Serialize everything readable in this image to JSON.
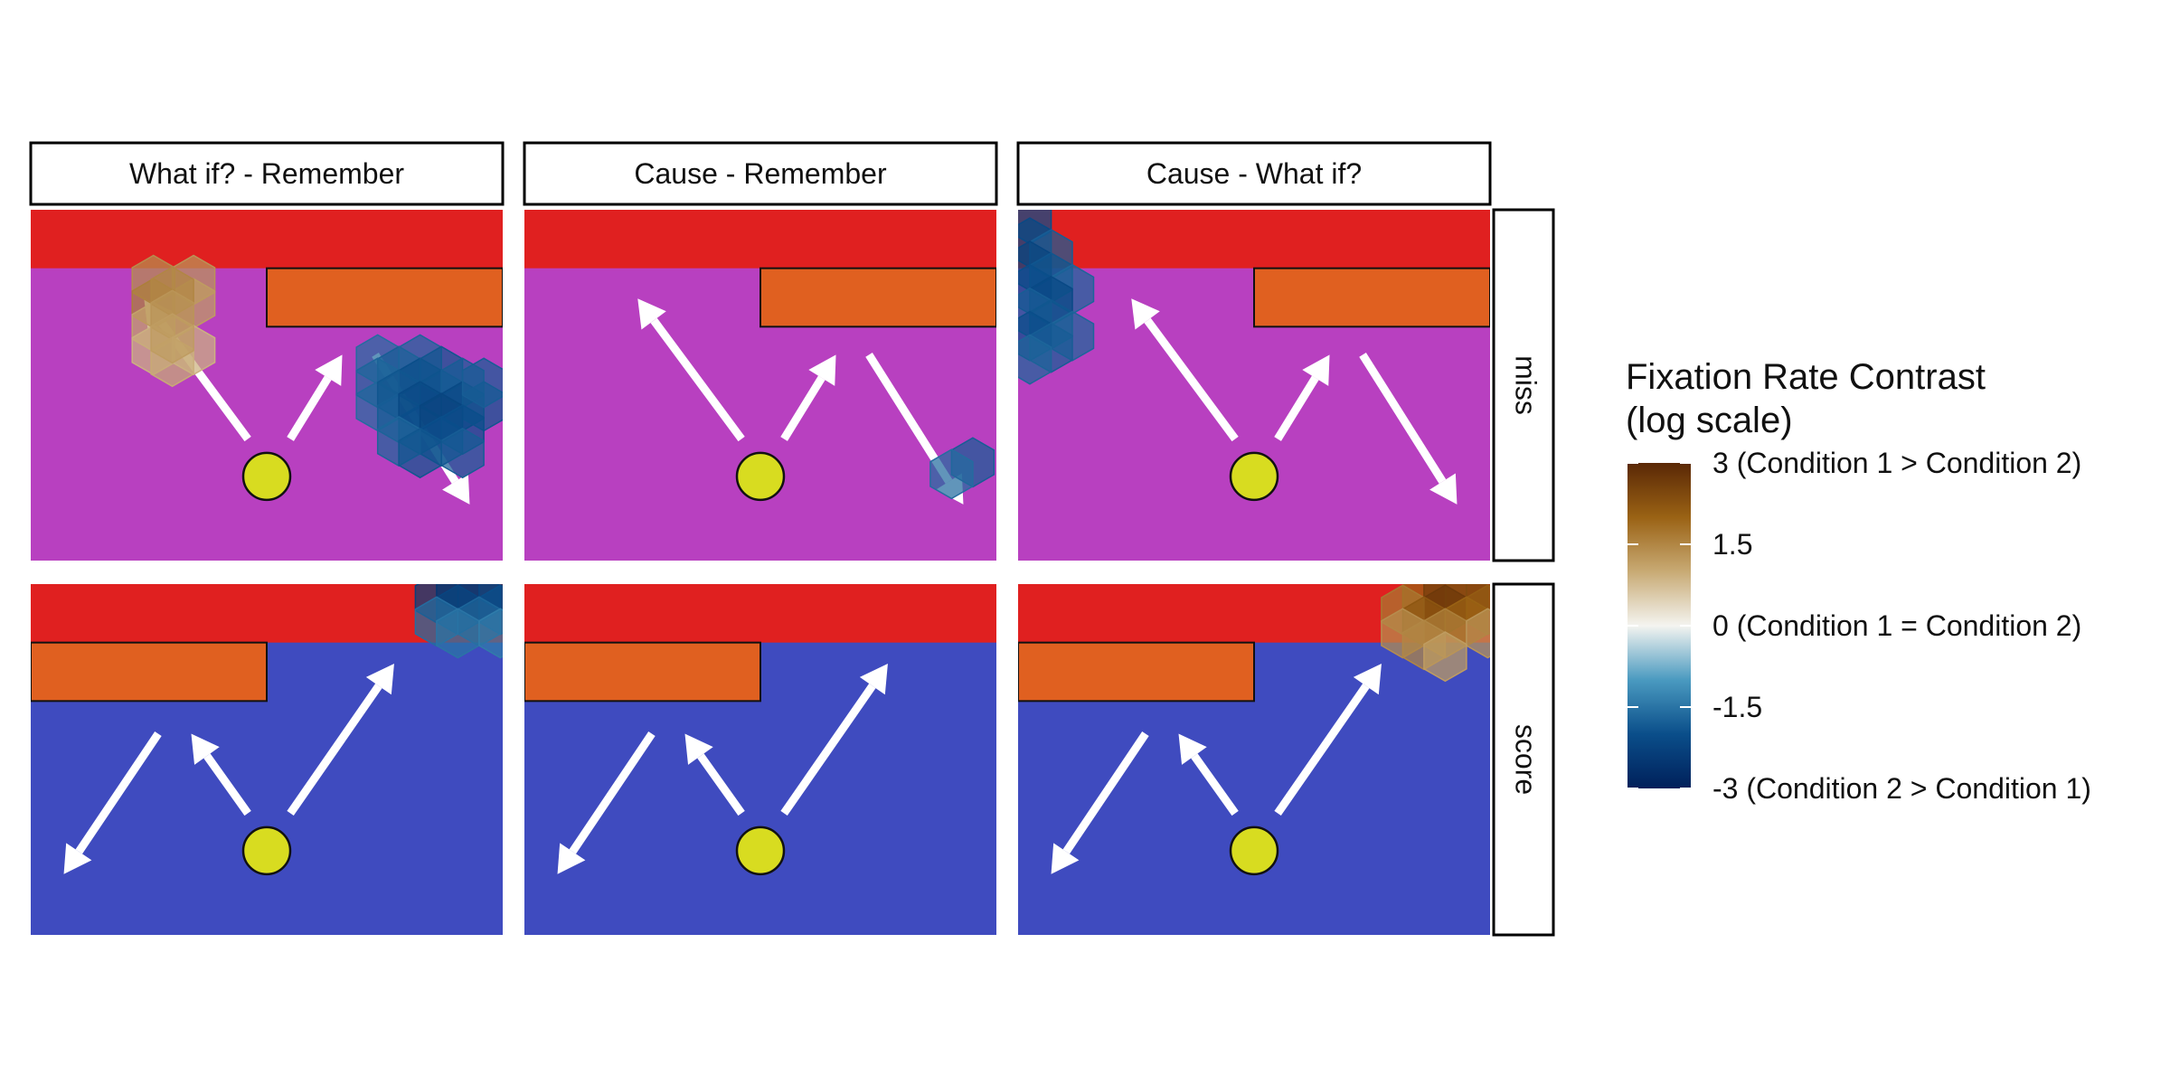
{
  "chart_data": {
    "type": "heatmap",
    "subtype": "faceted hexbin fixation contrast over scene diagram",
    "columns": [
      "What if? - Remember",
      "Cause - Remember",
      "Cause - What if?"
    ],
    "rows": [
      "miss",
      "score"
    ],
    "colors": {
      "top_bar": "#e02020",
      "miss_background": "#b840c0",
      "score_background": "#3f4bbf",
      "block": "#e06020",
      "ball": "#d8dc20",
      "arrow": "#ffffff",
      "strip_fill": "#ffffff",
      "strip_border": "#000000"
    },
    "colorscale": {
      "stops": [
        "#00205a",
        "#0a4e8a",
        "#4a9ac0",
        "#f4f4f0",
        "#c8aa74",
        "#9a6214",
        "#5a2806"
      ],
      "domain": [
        -3,
        3
      ]
    },
    "legend": {
      "title": "Fixation Rate Contrast\n(log scale)",
      "placement": "right",
      "ticks": [
        {
          "value": 3,
          "label": "3 (Condition 1 > Condition 2)"
        },
        {
          "value": 1.5,
          "label": "1.5"
        },
        {
          "value": 0,
          "label": "0 (Condition 1 = Condition 2)"
        },
        {
          "value": -1.5,
          "label": "-1.5"
        },
        {
          "value": -3,
          "label": "-3 (Condition 2 > Condition 1)"
        }
      ]
    },
    "x_range": [
      0,
      10
    ],
    "y_range": [
      0,
      7.5
    ],
    "scenes": {
      "miss": {
        "block": [
          5,
          6.25,
          10,
          5
        ],
        "ball": [
          5,
          1.8
        ],
        "arrows": [
          [
            4.6,
            2.6,
            2.4,
            5.6
          ],
          [
            5.5,
            2.6,
            6.6,
            4.4
          ],
          [
            7.3,
            4.4,
            9.3,
            1.2
          ]
        ]
      },
      "score": {
        "block": [
          0,
          6.25,
          5,
          5
        ],
        "ball": [
          5,
          1.8
        ],
        "arrows": [
          [
            4.6,
            2.6,
            3.4,
            4.3
          ],
          [
            2.7,
            4.3,
            0.7,
            1.3
          ],
          [
            5.5,
            2.6,
            7.7,
            5.8
          ]
        ]
      }
    },
    "panels": [
      {
        "column": "What if? - Remember",
        "row": "miss",
        "bins": [
          {
            "x": 3.45,
            "y": 6.0,
            "value": 1.3
          },
          {
            "x": 3.45,
            "y": 5.5,
            "value": 1.2
          },
          {
            "x": 2.6,
            "y": 6.0,
            "value": 1.4
          },
          {
            "x": 2.6,
            "y": 5.5,
            "value": 1.6
          },
          {
            "x": 2.6,
            "y": 5.0,
            "value": 1.1
          },
          {
            "x": 2.6,
            "y": 4.5,
            "value": 0.9
          },
          {
            "x": 3.0,
            "y": 5.75,
            "value": 1.5
          },
          {
            "x": 3.0,
            "y": 5.25,
            "value": 1.3
          },
          {
            "x": 3.0,
            "y": 4.25,
            "value": 1.0
          },
          {
            "x": 3.45,
            "y": 4.5,
            "value": 0.9
          },
          {
            "x": 3.0,
            "y": 4.75,
            "value": 1.2
          },
          {
            "x": 7.35,
            "y": 4.3,
            "value": -1.6
          },
          {
            "x": 7.8,
            "y": 4.05,
            "value": -1.8
          },
          {
            "x": 8.25,
            "y": 4.3,
            "value": -1.7
          },
          {
            "x": 8.25,
            "y": 3.8,
            "value": -2.0
          },
          {
            "x": 8.7,
            "y": 3.55,
            "value": -2.0
          },
          {
            "x": 8.7,
            "y": 4.05,
            "value": -1.9
          },
          {
            "x": 9.15,
            "y": 3.8,
            "value": -1.8
          },
          {
            "x": 9.15,
            "y": 3.3,
            "value": -2.1
          },
          {
            "x": 9.6,
            "y": 3.3,
            "value": -1.9
          },
          {
            "x": 9.6,
            "y": 3.8,
            "value": -1.8
          },
          {
            "x": 7.35,
            "y": 3.3,
            "value": -1.6
          },
          {
            "x": 7.35,
            "y": 3.8,
            "value": -1.7
          },
          {
            "x": 7.8,
            "y": 3.55,
            "value": -1.9
          },
          {
            "x": 7.8,
            "y": 3.05,
            "value": -1.8
          },
          {
            "x": 8.25,
            "y": 3.3,
            "value": -2.1
          },
          {
            "x": 8.25,
            "y": 2.8,
            "value": -2.0
          },
          {
            "x": 8.7,
            "y": 3.05,
            "value": -2.2
          },
          {
            "x": 8.7,
            "y": 2.55,
            "value": -2.0
          },
          {
            "x": 9.15,
            "y": 2.8,
            "value": -2.0
          },
          {
            "x": 9.15,
            "y": 2.3,
            "value": -1.8
          },
          {
            "x": 7.8,
            "y": 2.55,
            "value": -1.7
          },
          {
            "x": 8.25,
            "y": 2.3,
            "value": -1.9
          }
        ]
      },
      {
        "column": "Cause - Remember",
        "row": "miss",
        "bins": [
          {
            "x": 9.5,
            "y": 2.1,
            "value": -1.8
          },
          {
            "x": 9.05,
            "y": 1.85,
            "value": -1.6
          }
        ]
      },
      {
        "column": "Cause - What if?",
        "row": "miss",
        "bins": [
          {
            "x": 0.25,
            "y": 7.3,
            "value": -2.0
          },
          {
            "x": 0.25,
            "y": 6.8,
            "value": -2.1
          },
          {
            "x": 0.7,
            "y": 6.55,
            "value": -1.8
          },
          {
            "x": 0.25,
            "y": 6.3,
            "value": -2.2
          },
          {
            "x": 0.7,
            "y": 6.05,
            "value": -1.9
          },
          {
            "x": 1.15,
            "y": 5.8,
            "value": -1.7
          },
          {
            "x": 0.25,
            "y": 5.8,
            "value": -2.0
          },
          {
            "x": 0.7,
            "y": 5.55,
            "value": -2.1
          },
          {
            "x": 0.25,
            "y": 5.3,
            "value": -1.8
          },
          {
            "x": 0.7,
            "y": 5.05,
            "value": -1.9
          },
          {
            "x": 1.15,
            "y": 4.8,
            "value": -1.7
          },
          {
            "x": 0.25,
            "y": 4.8,
            "value": -2.0
          },
          {
            "x": 0.7,
            "y": 4.55,
            "value": -1.8
          },
          {
            "x": 0.25,
            "y": 4.3,
            "value": -1.7
          }
        ]
      },
      {
        "column": "What if? - Remember",
        "row": "score",
        "bins": [
          {
            "x": 8.6,
            "y": 7.2,
            "value": -2.3
          },
          {
            "x": 9.05,
            "y": 7.45,
            "value": -2.5
          },
          {
            "x": 9.5,
            "y": 7.2,
            "value": -2.4
          },
          {
            "x": 9.95,
            "y": 7.45,
            "value": -2.2
          },
          {
            "x": 9.05,
            "y": 6.95,
            "value": -2.2
          },
          {
            "x": 9.95,
            "y": 6.95,
            "value": -2.0
          },
          {
            "x": 9.5,
            "y": 6.7,
            "value": -1.7
          },
          {
            "x": 8.6,
            "y": 6.7,
            "value": -1.6
          },
          {
            "x": 9.05,
            "y": 6.45,
            "value": -1.5
          },
          {
            "x": 9.95,
            "y": 6.45,
            "value": -1.4
          }
        ]
      },
      {
        "column": "Cause - Remember",
        "row": "score",
        "bins": []
      },
      {
        "column": "Cause - What if?",
        "row": "score",
        "bins": [
          {
            "x": 8.6,
            "y": 7.2,
            "value": 2.0
          },
          {
            "x": 9.05,
            "y": 7.45,
            "value": 2.6
          },
          {
            "x": 9.5,
            "y": 7.2,
            "value": 2.3
          },
          {
            "x": 9.95,
            "y": 7.45,
            "value": 2.4
          },
          {
            "x": 9.05,
            "y": 6.95,
            "value": 2.7
          },
          {
            "x": 9.95,
            "y": 6.95,
            "value": 2.1
          },
          {
            "x": 8.15,
            "y": 6.95,
            "value": 1.7
          },
          {
            "x": 8.6,
            "y": 6.7,
            "value": 2.2
          },
          {
            "x": 9.5,
            "y": 6.7,
            "value": 2.0
          },
          {
            "x": 8.15,
            "y": 6.45,
            "value": 1.4
          },
          {
            "x": 9.05,
            "y": 6.45,
            "value": 1.6
          },
          {
            "x": 9.95,
            "y": 6.45,
            "value": 1.3
          },
          {
            "x": 8.6,
            "y": 6.2,
            "value": 1.5
          },
          {
            "x": 9.05,
            "y": 5.95,
            "value": 1.2
          }
        ]
      }
    ]
  }
}
